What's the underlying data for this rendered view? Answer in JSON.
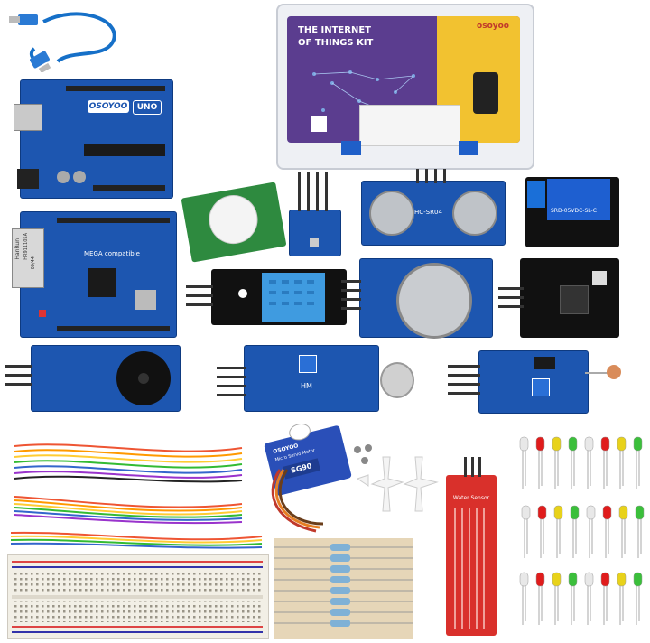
{
  "kit_box": {
    "title_line1": "THE INTERNET",
    "title_line2": "OF THINGS KIT",
    "brand": "osoyoo"
  },
  "boards": {
    "uno_brand": "OSOYOO",
    "uno_model": "UNO",
    "mega_label": "MEGA compatible",
    "hanrun_line1": "HanRun",
    "hanrun_line2": "HR911105A",
    "hanrun_line3": "09/44",
    "ultrasonic_label": "HC-SR04",
    "relay_label": "SRD-05VDC-SL-C",
    "servo_brand": "OSOYOO",
    "servo_sub": "Micro Servo Motor",
    "servo_model": "SG90",
    "water_sensor_label": "Water Sensor",
    "sound_label": "HM"
  },
  "colors": {
    "pcb_blue": "#1d56b0",
    "pcb_dark": "#0e3a80",
    "relay_blue": "#1e5fd0",
    "breadboard": "#f2efe6",
    "water_red": "#d9302b",
    "led_red": "#e01c1c",
    "led_yellow": "#e8d21a",
    "led_green": "#3bbf3b",
    "led_white": "#e8e8e8"
  },
  "icons": [
    "usb-cable",
    "pir-dome",
    "ultrasonic-eyes",
    "relay-cube",
    "buzzer-disc",
    "microphone",
    "dht-grid",
    "gas-mesh",
    "resistor-band",
    "led-bulb",
    "screw",
    "servo-horn"
  ]
}
